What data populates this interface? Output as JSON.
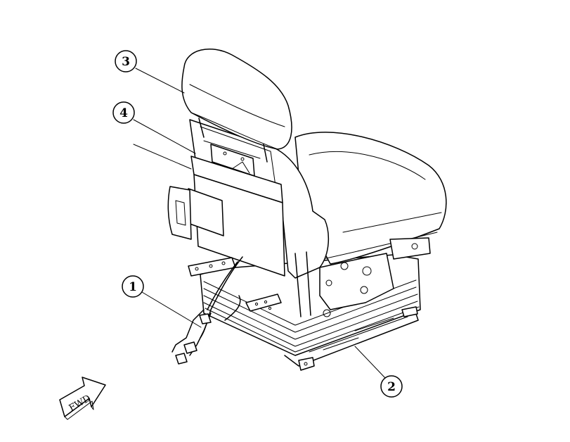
{
  "callouts": [
    {
      "id": "1",
      "label": "1"
    },
    {
      "id": "2",
      "label": "2"
    },
    {
      "id": "3",
      "label": "3"
    },
    {
      "id": "4",
      "label": "4"
    }
  ],
  "direction_arrow": {
    "label": "FWD",
    "icon": "forward-arrow-icon"
  },
  "colors": {
    "line": "#000000",
    "background": "#ffffff"
  }
}
